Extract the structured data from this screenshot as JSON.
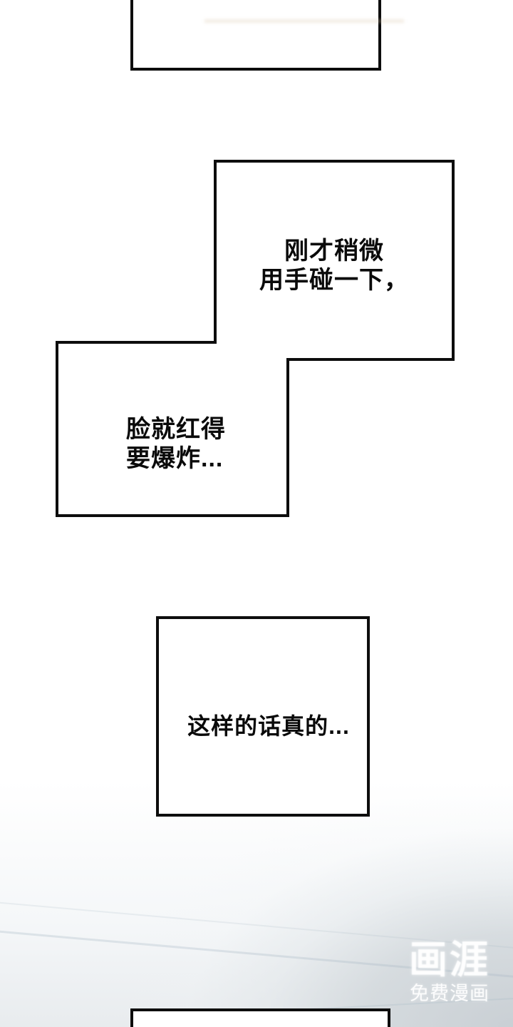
{
  "panels": {
    "stepped_right_text": {
      "line1": "刚才稍微",
      "line2": "用手碰一下，"
    },
    "stepped_left_text": {
      "line1": "脸就红得",
      "line2": "要爆炸..."
    },
    "square_text": {
      "line1": "这样的话真的..."
    }
  },
  "watermark": {
    "logo": "画涯",
    "subtitle": "免费漫画"
  },
  "colors": {
    "page_background": "#ffffff",
    "floor_shade": "#e4e8eb",
    "corner_shade": "#cfd5d9",
    "panel_fill": "#ffffff",
    "panel_border": "#0d0d0d",
    "narration_text": "#0a0a0a",
    "watermark_text": "#ffffff"
  }
}
